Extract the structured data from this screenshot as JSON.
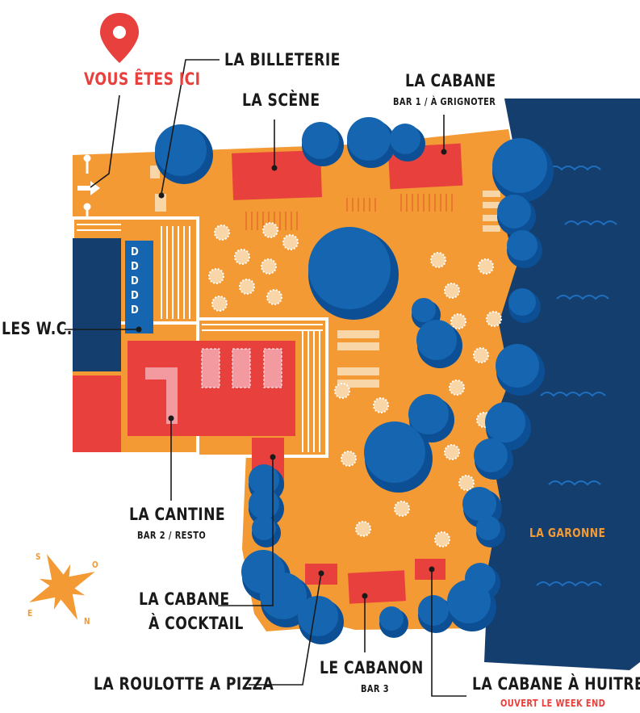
{
  "colors": {
    "ground": "#f39a34",
    "tree": "#1565b0",
    "tree_dark": "#0d4f94",
    "building": "#e8403c",
    "river": "#143e6e",
    "wc": "#1565b0",
    "deck": "#ffffff",
    "marker": "#e8403c"
  },
  "you_are_here": {
    "label": "VOUS ÊTES ICI",
    "icon": "map-pin-icon"
  },
  "places": {
    "billeterie": {
      "label": "LA BILLETERIE"
    },
    "scene": {
      "label": "LA SCÈNE"
    },
    "cabane": {
      "label": "LA CABANE",
      "sub": "BAR 1 / À GRIGNOTER"
    },
    "wc": {
      "label": "LES W.C."
    },
    "cantine": {
      "label": "LA CANTINE",
      "sub": "BAR 2 / RESTO"
    },
    "cabane_cocktail": {
      "line1": "LA CABANE",
      "line2": "À COCKTAIL"
    },
    "roulotte": {
      "label": "LA ROULOTTE A PIZZA"
    },
    "cabanon": {
      "label": "LE CABANON",
      "sub": "BAR 3"
    },
    "cabane_huitres": {
      "label": "LA CABANE À HUITRES",
      "sub": "OUVERT LE WEEK END"
    }
  },
  "river": {
    "label": "LA GARONNE"
  },
  "compass": {
    "icon": "compass-rose-icon",
    "s": "S",
    "o": "O",
    "e": "E",
    "n": "N"
  }
}
